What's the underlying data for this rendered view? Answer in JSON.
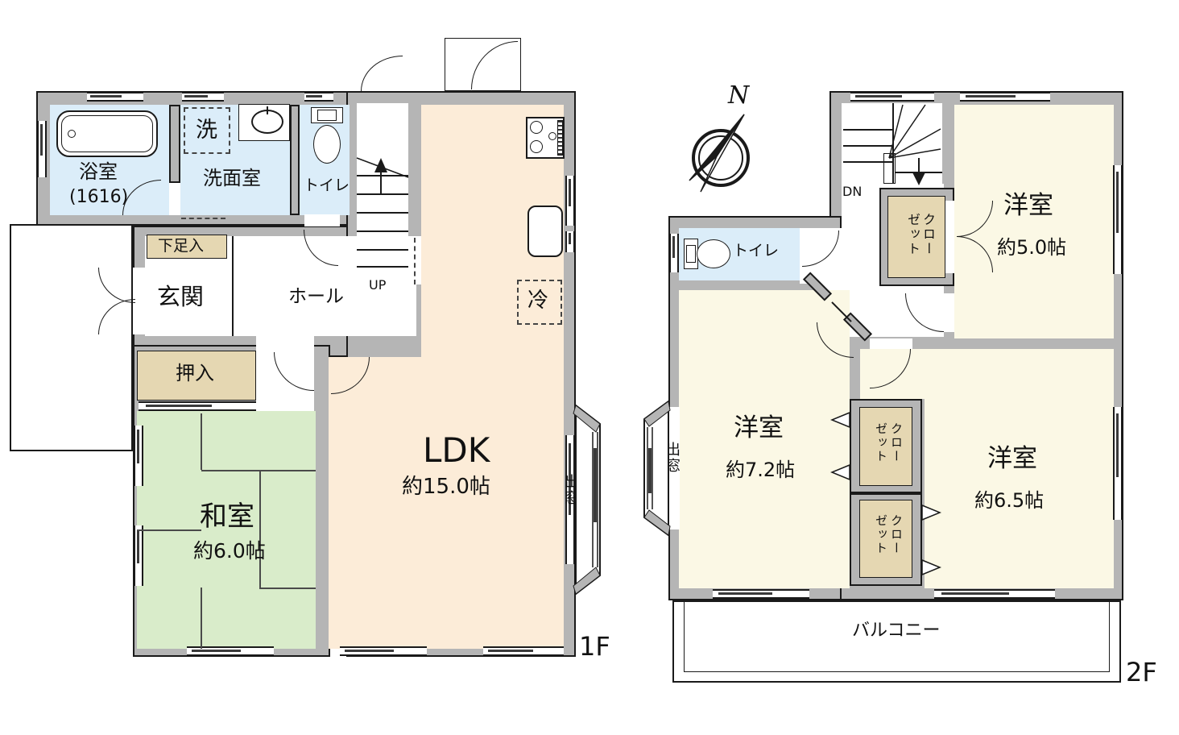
{
  "colors": {
    "wall": "#b5b5b5",
    "line": "#1a1a1a",
    "wet_room": "#dbedf9",
    "ldk": "#fcecd8",
    "tatami": "#d9ecca",
    "storage": "#e5d7b2",
    "western_room": "#fbf8e5",
    "background": "#ffffff"
  },
  "floor1": {
    "label": "1F",
    "bathroom_name": "浴室",
    "bathroom_size": "(1616)",
    "washer": "洗",
    "washroom": "洗面室",
    "toilet": "トイレ",
    "shoe_storage": "下足入",
    "entrance": "玄関",
    "hall": "ホール",
    "stairs": "UP",
    "ldk_name": "LDK",
    "ldk_size": "約15.0帖",
    "fridge": "冷",
    "oshiire": "押入",
    "washitsu_name": "和室",
    "washitsu_size": "約6.0帖",
    "bay_window": "出窓"
  },
  "floor2": {
    "label": "2F",
    "north": "N",
    "stairs": "DN",
    "toilet": "トイレ",
    "closet_hall": "クローゼット",
    "closet_west": "クローゼット",
    "closet_east": "クローゼット",
    "room5_name": "洋室",
    "room5_size": "約5.0帖",
    "room72_name": "洋室",
    "room72_size": "約7.2帖",
    "room65_name": "洋室",
    "room65_size": "約6.5帖",
    "bay_window": "出窓",
    "balcony": "バルコニー"
  }
}
